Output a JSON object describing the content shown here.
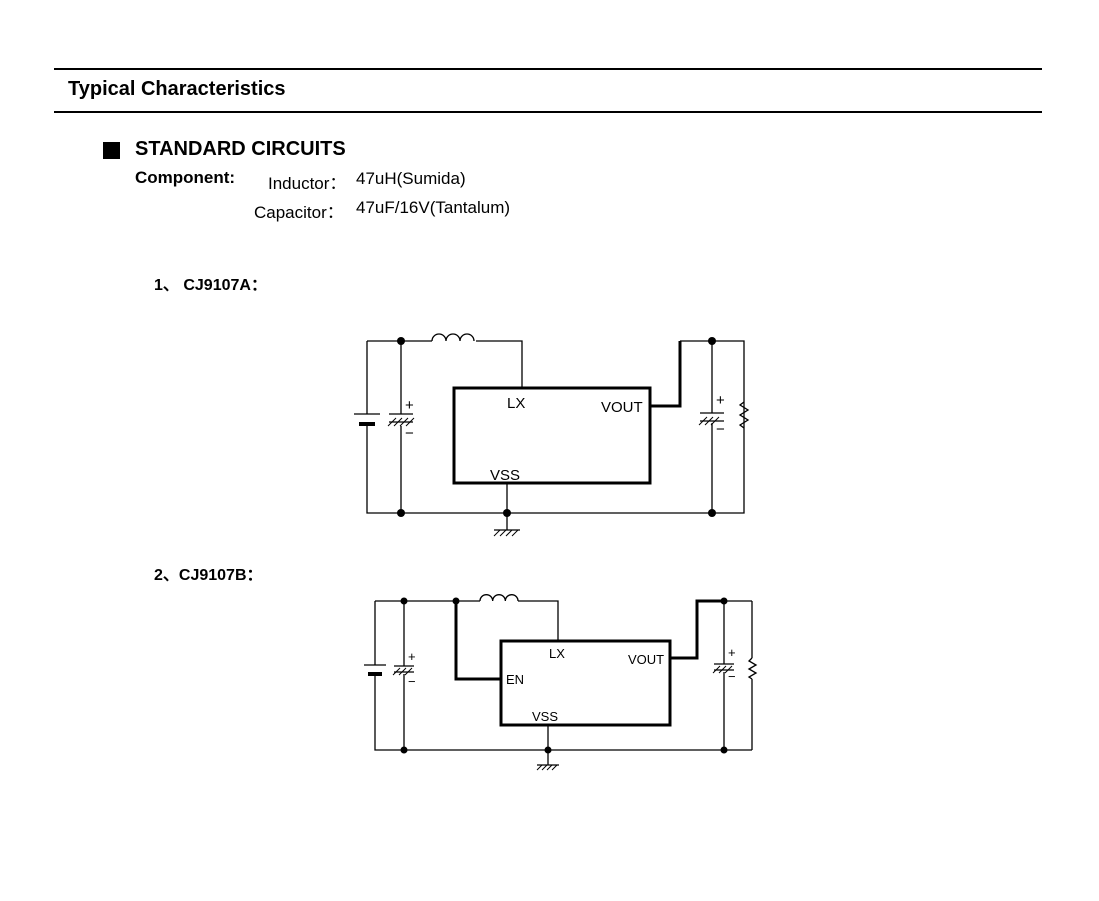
{
  "header": {
    "title": "Typical Characteristics"
  },
  "section": {
    "title": "STANDARD CIRCUITS"
  },
  "components": {
    "label": "Component:",
    "inductor_label": "Inductor：",
    "inductor_value": "47uH(Sumida)",
    "capacitor_label": "Capacitor：",
    "capacitor_value": "47uF/16V(Tantalum)"
  },
  "circuit1": {
    "title": "1、 CJ9107A：",
    "pins": {
      "lx": "LX",
      "vout": "VOUT",
      "vss": "VSS"
    },
    "cap_in": {
      "plus": "+",
      "minus": "−"
    },
    "cap_out": {
      "plus": "+",
      "minus": "−"
    }
  },
  "circuit2": {
    "title": "2、CJ9107B：",
    "pins": {
      "lx": "LX",
      "vout": "VOUT",
      "vss": "VSS",
      "en": "EN"
    },
    "cap_in": {
      "plus": "+",
      "minus": "−"
    },
    "cap_out": {
      "plus": "+",
      "minus": "−"
    }
  }
}
